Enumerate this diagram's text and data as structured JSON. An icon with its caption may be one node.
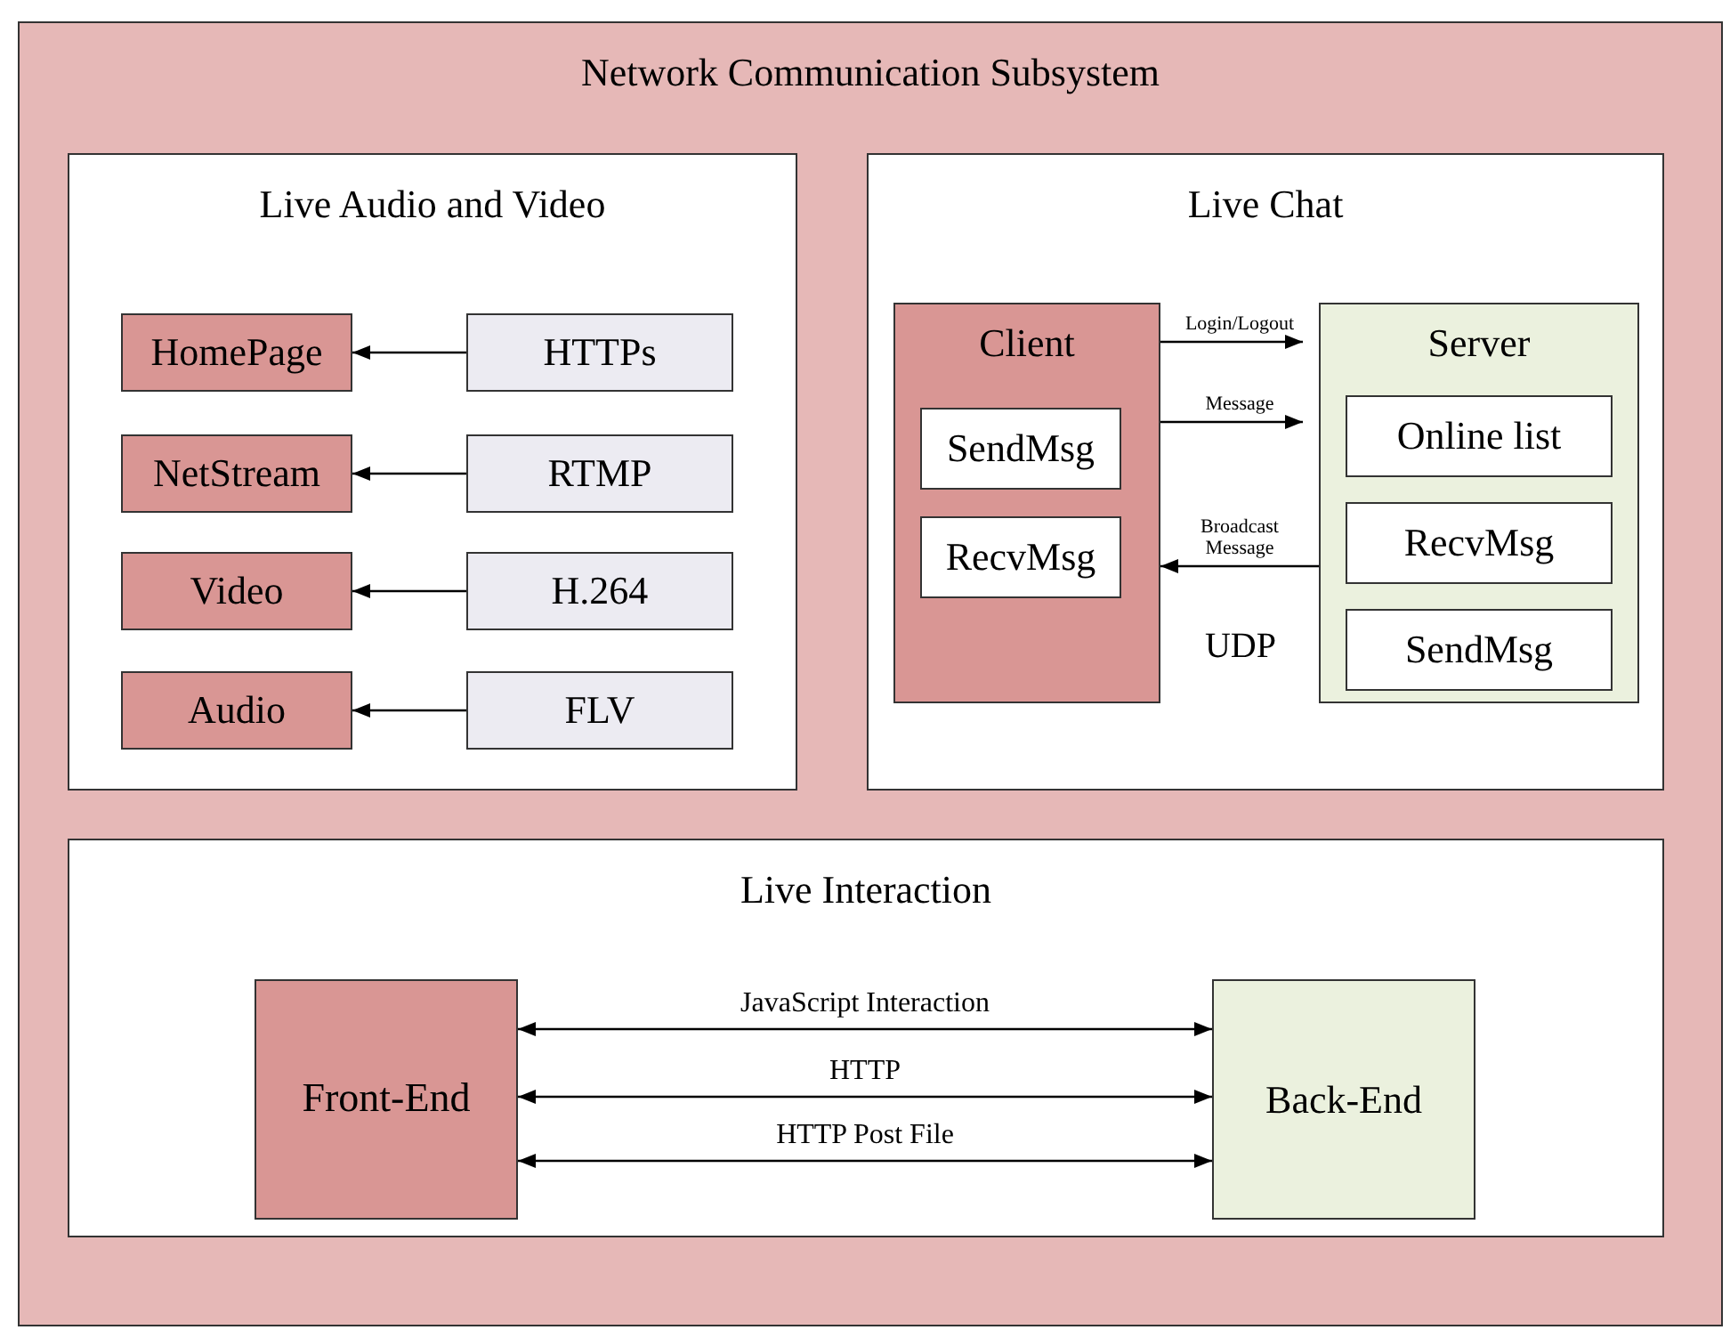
{
  "diagram": {
    "nodes": [
      {
        "text": [
          "Network Communication Subsystem"
        ]
      },
      {
        "text": [
          "Live Audio and Video"
        ],
        "in": 0
      },
      {
        "text": [
          "HomePage"
        ],
        "in": 1
      },
      {
        "text": [
          "HTTPs"
        ],
        "in": 1
      },
      {
        "text": [
          "NetStream"
        ],
        "in": 1
      },
      {
        "text": [
          "RTMP"
        ],
        "in": 1
      },
      {
        "text": [
          "Video"
        ],
        "in": 1
      },
      {
        "text": [
          "H.264"
        ],
        "in": 1
      },
      {
        "text": [
          "Audio"
        ],
        "in": 1
      },
      {
        "text": [
          "FLV"
        ],
        "in": 1
      },
      {
        "text": [
          "Live Chat"
        ],
        "in": 0
      },
      {
        "text": [
          "Client"
        ],
        "in": 10
      },
      {
        "text": [
          "SendMsg"
        ],
        "in": 11
      },
      {
        "text": [
          "RecvMsg"
        ],
        "in": 11
      },
      {
        "text": [
          "Server"
        ],
        "in": 10
      },
      {
        "text": [
          "Online list"
        ],
        "in": 14
      },
      {
        "text": [
          "RecvMsg"
        ],
        "in": 14
      },
      {
        "text": [
          "SendMsg"
        ],
        "in": 14
      },
      {
        "text": [
          "Live Interaction"
        ],
        "in": 0
      },
      {
        "text": [
          "Front-End"
        ],
        "in": 18
      },
      {
        "text": [
          "Back-End"
        ],
        "in": 18
      }
    ],
    "edges": [
      {
        "from": 3,
        "to": 2,
        "arrow": "to"
      },
      {
        "from": 5,
        "to": 4,
        "arrow": "to"
      },
      {
        "from": 7,
        "to": 6,
        "arrow": "to"
      },
      {
        "from": 9,
        "to": 8,
        "arrow": "to"
      },
      {
        "from": 11,
        "to": 14,
        "arrow": "to",
        "label": "Login/Logout"
      },
      {
        "from": 11,
        "to": 14,
        "arrow": "to",
        "label": "Message"
      },
      {
        "from": 14,
        "to": 11,
        "arrow": "to",
        "label": "Broadcast Message"
      },
      {
        "from": 19,
        "to": 20,
        "arrow": "both",
        "label": "JavaScript Interaction"
      },
      {
        "from": 19,
        "to": 20,
        "arrow": "both",
        "label": "HTTP"
      },
      {
        "from": 19,
        "to": 20,
        "arrow": "both",
        "label": "HTTP Post File"
      }
    ],
    "labels": [
      "UDP"
    ]
  }
}
